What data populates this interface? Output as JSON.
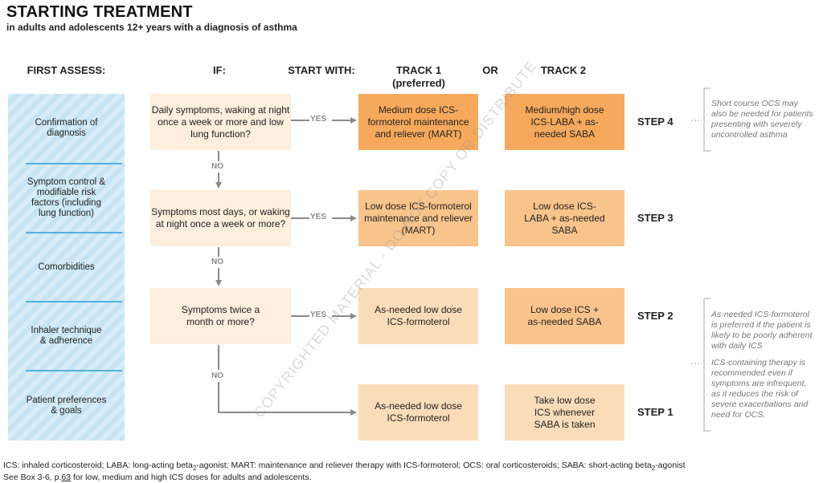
{
  "title": "STARTING TREATMENT",
  "subtitle": "in adults and adolescents 12+ years with a diagnosis of asthma",
  "headers": {
    "first_assess": "FIRST ASSESS:",
    "if": "IF:",
    "start_with": "START WITH:",
    "track1": "TRACK 1",
    "track1_sub": "(preferred)",
    "or": "OR",
    "track2": "TRACK 2"
  },
  "assess_items": [
    "Confirmation of diagnosis",
    "Symptom control & modifiable risk factors (including lung function)",
    "Comorbidities",
    "Inhaler technique & adherence",
    "Patient preferences & goals"
  ],
  "conditions": [
    "Daily symptoms, waking at night once a week or more and low lung function?",
    "Symptoms most days, or waking at night once a week or more?",
    "Symptoms twice a month or more?"
  ],
  "yes_label": "YES",
  "no_label": "NO",
  "track1_boxes": [
    "Medium dose ICS-formoterol maintenance and reliever (MART)",
    "Low dose ICS-formoterol maintenance and reliever (MART)",
    "As-needed low dose ICS-formoterol",
    "As-needed low dose ICS-formoterol"
  ],
  "track2_boxes": [
    "Medium/high dose ICS-LABA + as-needed SABA",
    "Low dose ICS-LABA + as-needed SABA",
    "Low dose ICS + as-needed SABA",
    "Take low dose ICS whenever SABA is taken"
  ],
  "steps": [
    "STEP 4",
    "STEP 3",
    "STEP 2",
    "STEP 1"
  ],
  "notes": {
    "step4": "Short course OCS may also be needed for patients presenting with severely uncontrolled asthma",
    "step2a": "As-needed ICS-formoterol is preferred if the patient is likely to be poorly adherent with daily ICS",
    "step2b": "ICS-containing therapy is recommended even if symptoms are infrequent, as it reduces the risk of severe exacerbations and need for OCS."
  },
  "footnote1_a": "ICS: inhaled corticosteroid; LABA: long-acting beta",
  "footnote1_b": "2",
  "footnote1_c": "-agonist; MART: maintenance and reliever therapy with ICS-formoterol; OCS: oral corticosteroids; SABA: short-acting beta",
  "footnote1_d": "2",
  "footnote1_e": "-agonist",
  "footnote2_a": "See Box 3-6, p.",
  "footnote2_link": "63",
  "footnote2_b": " for low, medium and high ICS doses for adults and adolescents.",
  "watermark": "COPYRIGHTED MATERIAL - DO NOT COPY OR DISTRIBUTE",
  "colors": {
    "assess_blue": "#c6e4f3",
    "divider_blue": "#4fb3df",
    "cond_bg": "#fdeedd",
    "orange_dark": "#f6a95c",
    "orange_mid": "#f9c48c",
    "orange_light": "#fbdcb9",
    "arrow_grey": "#8a8a8a"
  }
}
